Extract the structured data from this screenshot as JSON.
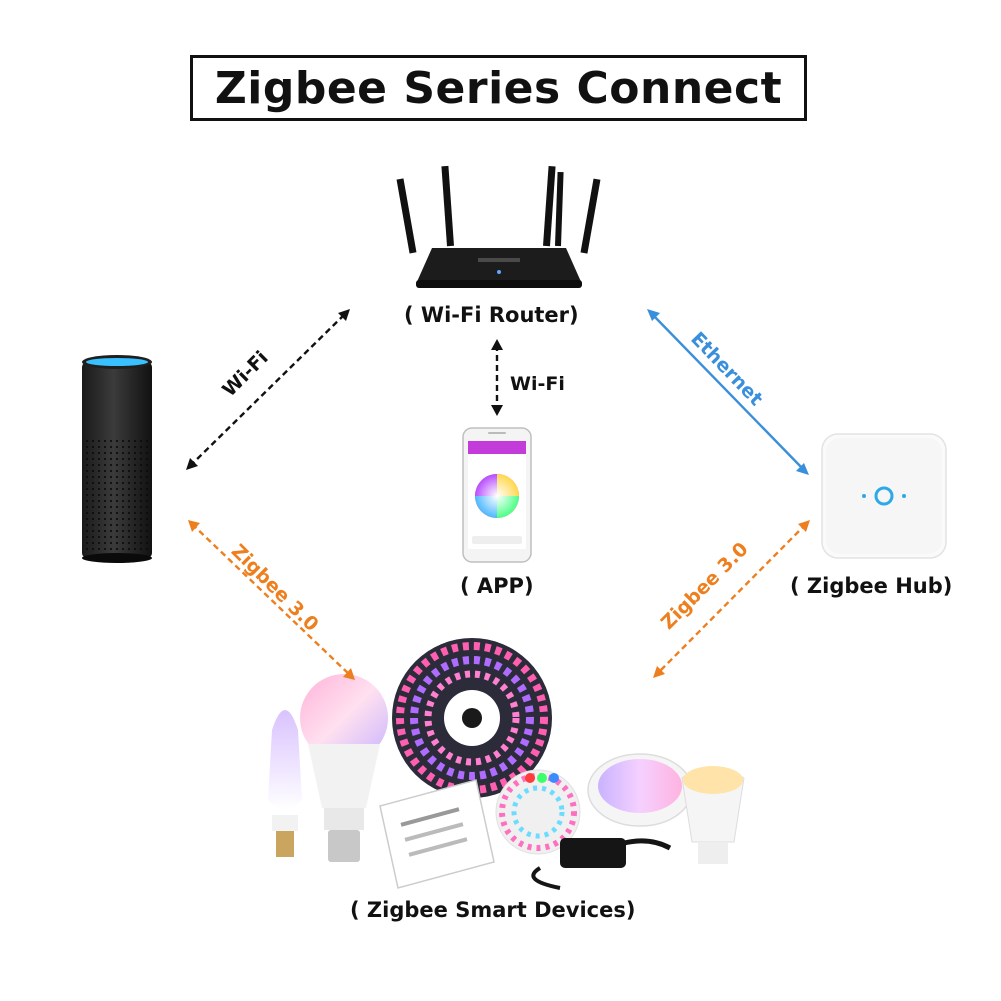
{
  "title": "Zigbee Series Connect",
  "nodes": {
    "router": "( Wi-Fi Router)",
    "app": "( APP)",
    "hub": "( Zigbee Hub)",
    "devices": "( Zigbee Smart Devices)"
  },
  "connections": {
    "speaker_router": "Wi-Fi",
    "router_app": "Wi-Fi",
    "router_hub": "Ethernet",
    "speaker_devices": "Zigbee 3.0",
    "hub_devices": "Zigbee 3.0"
  },
  "colors": {
    "wifi": "#111111",
    "ethernet": "#3a8fdc",
    "zigbee": "#ee7f1e"
  }
}
